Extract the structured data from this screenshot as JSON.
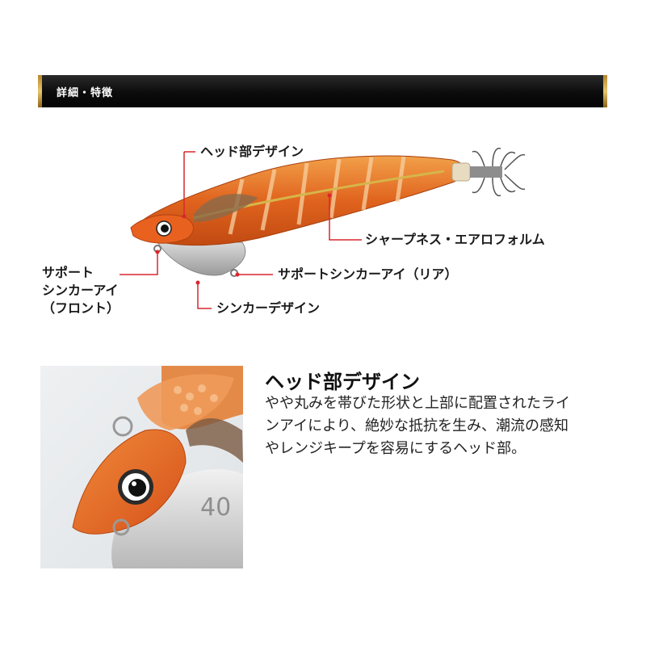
{
  "header": {
    "title": "詳細・特徴"
  },
  "diagram": {
    "labels": {
      "head_design": "ヘッド部デザイン",
      "sharpness": "シャープネス・エアロフォルム",
      "support_front": [
        "サポート",
        "シンカーアイ",
        "（フロント）"
      ],
      "support_rear": "サポートシンカーアイ（リア）",
      "sinker_design": "シンカーデザイン"
    }
  },
  "feature": {
    "title": "ヘッド部デザイン",
    "description_lines": [
      "やや丸みを帯びた形状と上部に配置されたライ",
      "ンアイにより、絶妙な抵抗を生み、潮流の感知",
      "やレンジキープを容易にするヘッド部。"
    ],
    "sinker_weight_mark": "40"
  },
  "colors": {
    "accent_gold": "#d4a84a",
    "header_bg": "#0b0b0b",
    "lure_orange": "#e0641e",
    "leader_red": "#d9272e"
  }
}
